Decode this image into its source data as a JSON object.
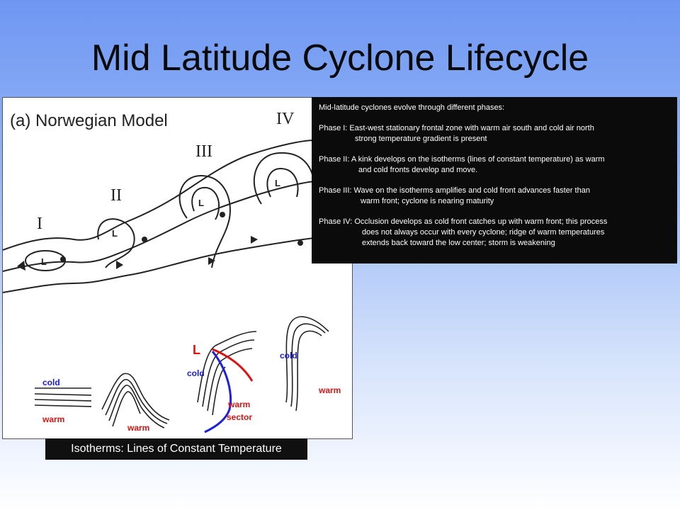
{
  "slide": {
    "title": "Mid Latitude Cyclone Lifecycle"
  },
  "figure": {
    "panel_label": "(a)  Norwegian Model",
    "stages": [
      "I",
      "II",
      "III",
      "IV"
    ],
    "low_symbol": "L",
    "isotherm_labels": {
      "left": {
        "cold": "cold",
        "warm": "warm"
      },
      "second": {
        "warm": "warm"
      },
      "third": {
        "low": "L",
        "cold": "cold",
        "warm_sector_line1": "warm",
        "warm_sector_line2": "sector"
      },
      "fourth": {
        "cold": "cold",
        "warm": "warm"
      }
    },
    "colors": {
      "cold_label": "#1a1ad6",
      "warm_label": "#d81414",
      "cold_front": "#1f1fe0",
      "warm_front": "#e01010"
    }
  },
  "info_box": {
    "intro": "Mid-latitude cyclones evolve through different phases:",
    "phases": [
      {
        "head": "Phase I: East-west stationary frontal zone with warm air south and cold air north",
        "cont": "strong temperature gradient is present"
      },
      {
        "head": "Phase II:  A kink develops on the isotherms (lines of constant temperature) as warm",
        "cont": "and cold fronts develop and move."
      },
      {
        "head": "Phase III:  Wave on the isotherms amplifies and cold front advances faster than",
        "cont": "warm front; cyclone is nearing maturity"
      },
      {
        "head": "Phase IV:  Occlusion develops as cold front catches up with warm front; this process",
        "cont": "does not always occur with every cyclone; ridge of warm temperatures",
        "cont2": "extends back toward the low center; storm is weakening"
      }
    ]
  },
  "caption": "Isotherms: Lines of Constant Temperature"
}
